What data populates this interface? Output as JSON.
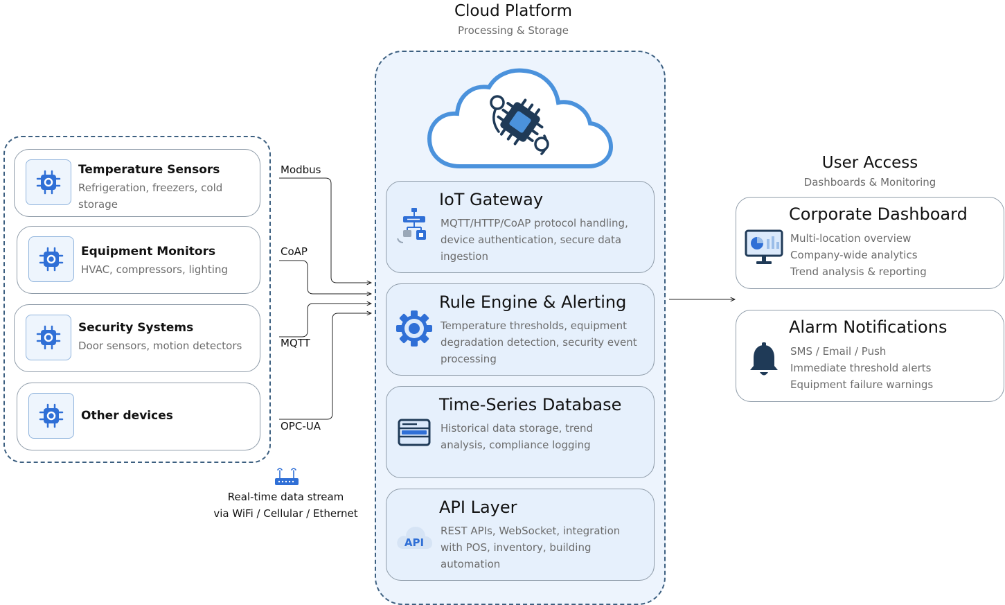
{
  "platform": {
    "title": "Cloud Platform",
    "subtitle": "Processing & Storage",
    "modules": [
      {
        "title": "IoT Gateway",
        "lines": [
          "MQTT/HTTP/CoAP protocol handling,",
          "device authentication, secure data",
          "ingestion"
        ],
        "icon": "gateway-icon"
      },
      {
        "title": "Rule Engine & Alerting",
        "lines": [
          "Temperature thresholds, equipment",
          "degradation detection, security event",
          "processing"
        ],
        "icon": "gear-icon"
      },
      {
        "title": "Time-Series Database",
        "lines": [
          "Historical data storage, trend",
          "analysis, compliance logging"
        ],
        "icon": "server-icon"
      },
      {
        "title": "API Layer",
        "lines": [
          "REST APIs, WebSocket, integration",
          "with POS, inventory, building",
          "automation"
        ],
        "icon": "api-icon",
        "badge": "API"
      }
    ]
  },
  "devices": {
    "items": [
      {
        "title": "Temperature Sensors",
        "lines": [
          "Refrigeration, freezers, cold",
          "storage"
        ]
      },
      {
        "title": "Equipment Monitors",
        "lines": [
          "HVAC, compressors, lighting"
        ]
      },
      {
        "title": "Security Systems",
        "lines": [
          "Door sensors, motion detectors"
        ]
      },
      {
        "title": "Other devices",
        "lines": []
      }
    ],
    "protocols": [
      "Modbus",
      "CoAP",
      "MQTT",
      "OPC-UA"
    ],
    "stream": {
      "line1": "Real-time data stream",
      "line2": "via WiFi / Cellular / Ethernet"
    }
  },
  "user_access": {
    "title": "User Access",
    "subtitle": "Dashboards & Monitoring",
    "cards": [
      {
        "title": "Corporate Dashboard",
        "lines": [
          "Multi-location overview",
          "Company-wide analytics",
          "Trend analysis & reporting"
        ],
        "icon": "monitor-chart-icon"
      },
      {
        "title": "Alarm Notifications",
        "lines": [
          "SMS / Email / Push",
          "Immediate threshold alerts",
          "Equipment failure warnings"
        ],
        "icon": "bell-icon"
      }
    ]
  },
  "colors": {
    "accent": "#2f6fd6",
    "frame": "#3c5f80",
    "panel": "#edf4fd",
    "muted": "#6b6b6b"
  }
}
